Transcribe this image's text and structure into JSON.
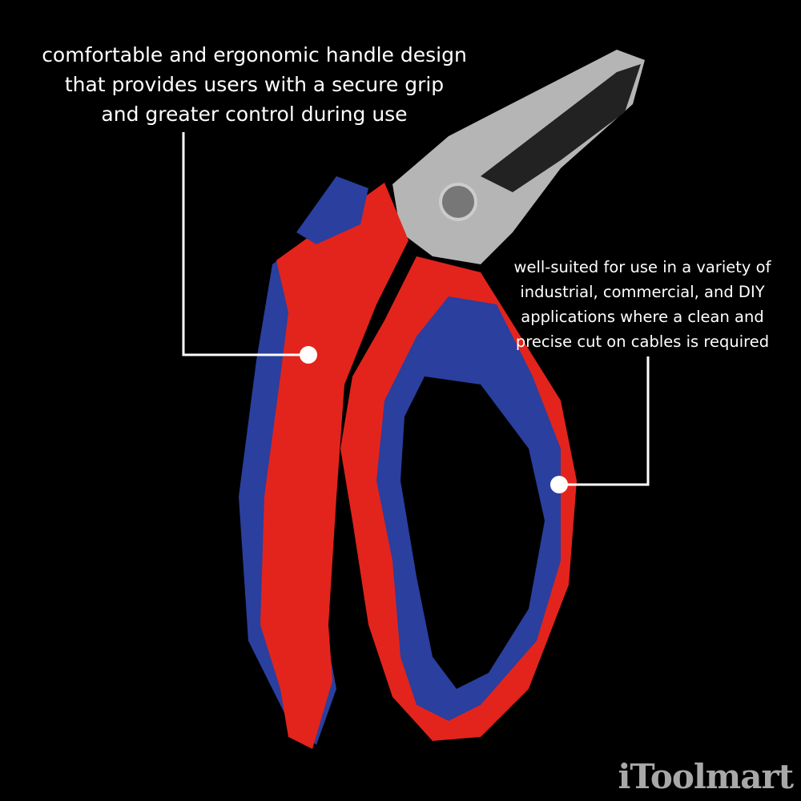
{
  "callouts": [
    {
      "lines": [
        "comfortable and ergonomic handle design",
        "that provides users with a secure grip",
        "and greater control during use"
      ]
    },
    {
      "lines": [
        "well-suited for use in a variety of",
        "industrial, commercial, and DIY",
        "applications where a clean and",
        "precise cut on cables is required"
      ]
    }
  ],
  "logo": {
    "text": "iToolmart"
  },
  "colors": {
    "handle_red": "#e3241c",
    "handle_blue": "#2a3f9e",
    "blade": "#b8b8b8",
    "background": "#000000"
  }
}
